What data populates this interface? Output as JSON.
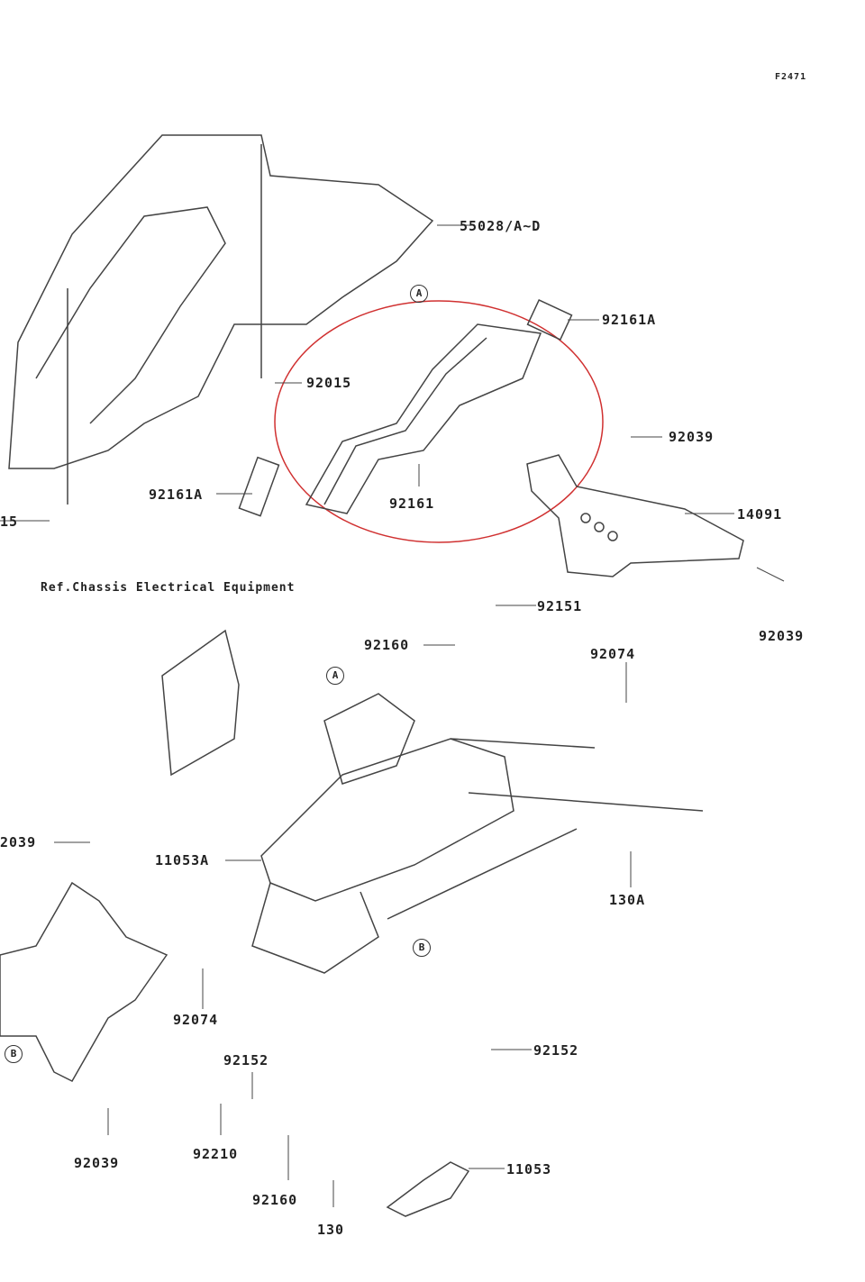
{
  "figure_code": "F2471",
  "reference_note": "Ref.Chassis Electrical Equipment",
  "highlight_color": "#d03030",
  "parts": {
    "p55028": "55028/A~D",
    "p92161A_top": "92161A",
    "p92015": "92015",
    "p92039_top": "92039",
    "p14091": "14091",
    "p92161A_left": "92161A",
    "p92161": "92161",
    "p15": "15",
    "p92039_right": "92039",
    "p92151": "92151",
    "p92160_top": "92160",
    "p92074_top": "92074",
    "p130A": "130A",
    "p11053A": "11053A",
    "p2039": "2039",
    "p92074_low": "92074",
    "p92152_right": "92152",
    "p92152_low": "92152",
    "p92210": "92210",
    "p92160_low": "92160",
    "p130": "130",
    "p11053": "11053",
    "p92039_bottom": "92039"
  },
  "markers": {
    "a1": "A",
    "a2": "A",
    "b1": "B",
    "b2": "B"
  }
}
